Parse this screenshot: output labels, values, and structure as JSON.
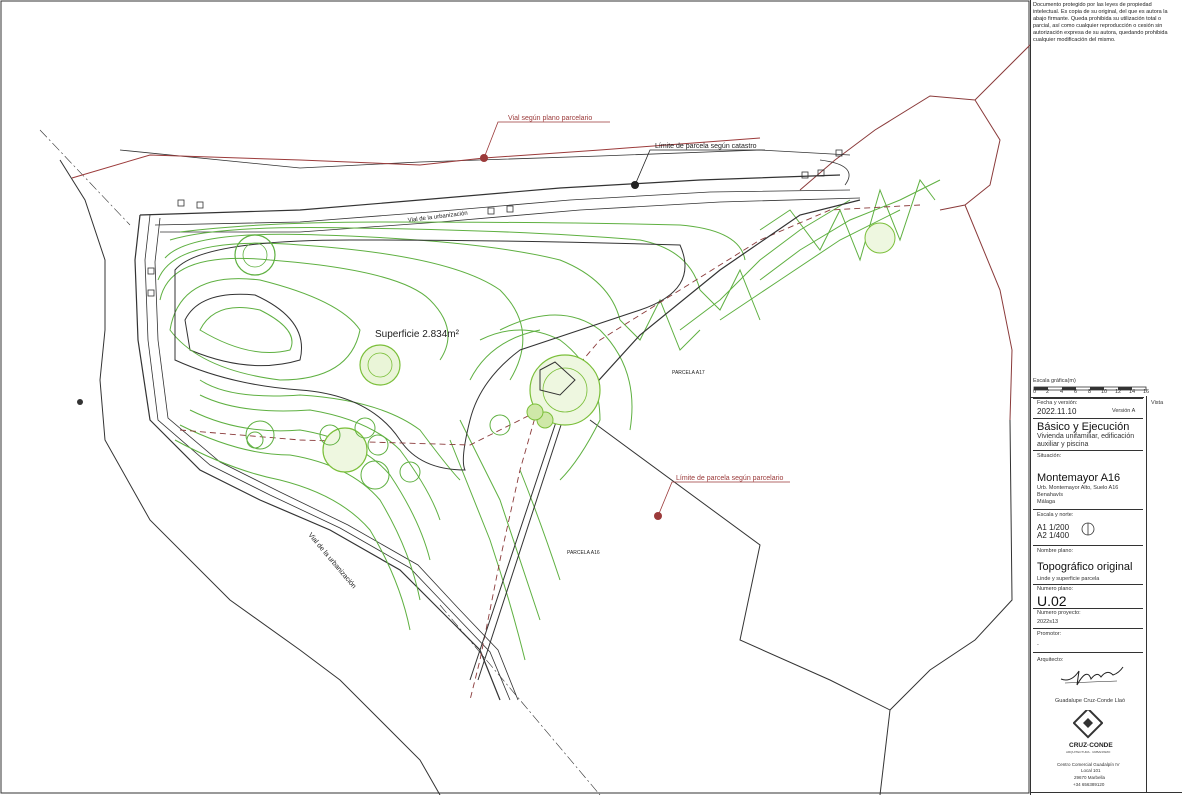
{
  "legal_notice": "Documento protegido por las leyes de propiedad intelectual. Es copia de su original, del que es autora la abajo firmante. Queda prohibida su utilización total o parcial, así como cualquier reproducción o cesión sin autorización expresa de su autora, quedando prohibida cualquier modificación del mismo.",
  "plan": {
    "labels": {
      "vial_parcelario": "Vial según plano parcelario",
      "limite_catastro": "Límite de parcela según catastro",
      "limite_parcelario": "Límite de parcela según parcelario",
      "superficie": "Superficie 2.834m²",
      "parcela_a17": "PARCELA A17",
      "parcela_a16": "PARCELA A16",
      "vial_top": "Vial de la urbanización",
      "vial_left": "Vial de la urbanización"
    },
    "colors": {
      "contour_green": "#5fb041",
      "tree_green": "#7bbf3a",
      "red_line": "#9b3a3a",
      "black_line": "#222222"
    }
  },
  "titleblock": {
    "scale_bar_label": "Escala gráfica(m)",
    "scale_ticks": [
      "0",
      "2",
      "4",
      "6",
      "8",
      "10",
      "12",
      "14",
      "16"
    ],
    "vista_label": "Vista",
    "fecha_label": "Fecha y versión:",
    "fecha": "2022.11.10",
    "version": "Versión A",
    "project_title": "Básico y Ejecución",
    "project_sub": "Vivienda unifamiliar, edificación auxiliar y piscina",
    "situacion_label": "Situación:",
    "situacion_title": "Montemayor A16",
    "situacion_line1": "Urb. Montemayor Alto, Suelo A16",
    "situacion_line2": "Benahavís",
    "situacion_line3": "Málaga",
    "escala_label": "Escala y norte:",
    "escala_a1": "A1 1/200",
    "escala_a2": "A2 1/400",
    "nombre_label": "Nombre plano:",
    "nombre_plano": "Topográfico original",
    "nombre_sub": "Linde y superficie parcela",
    "numero_label": "Numero plano:",
    "numero_plano": "U.02",
    "proyecto_label": "Numero proyecto:",
    "proyecto": "2022s13",
    "promotor_label": "Promotor:",
    "promotor": "-",
    "arquitecto_label": "Arquitecto:",
    "arquitecto_nombre": "Guadalupe Cruz-Conde Llaó",
    "logo_text": "CRUZ·CONDE",
    "logo_sub": "ARQUITECTURA · URBANISMO",
    "addr1": "Centro Comercial Guadalpín IV",
    "addr2": "Local 101",
    "addr3": "29670 Marbella",
    "addr4": "+34 656389120"
  }
}
